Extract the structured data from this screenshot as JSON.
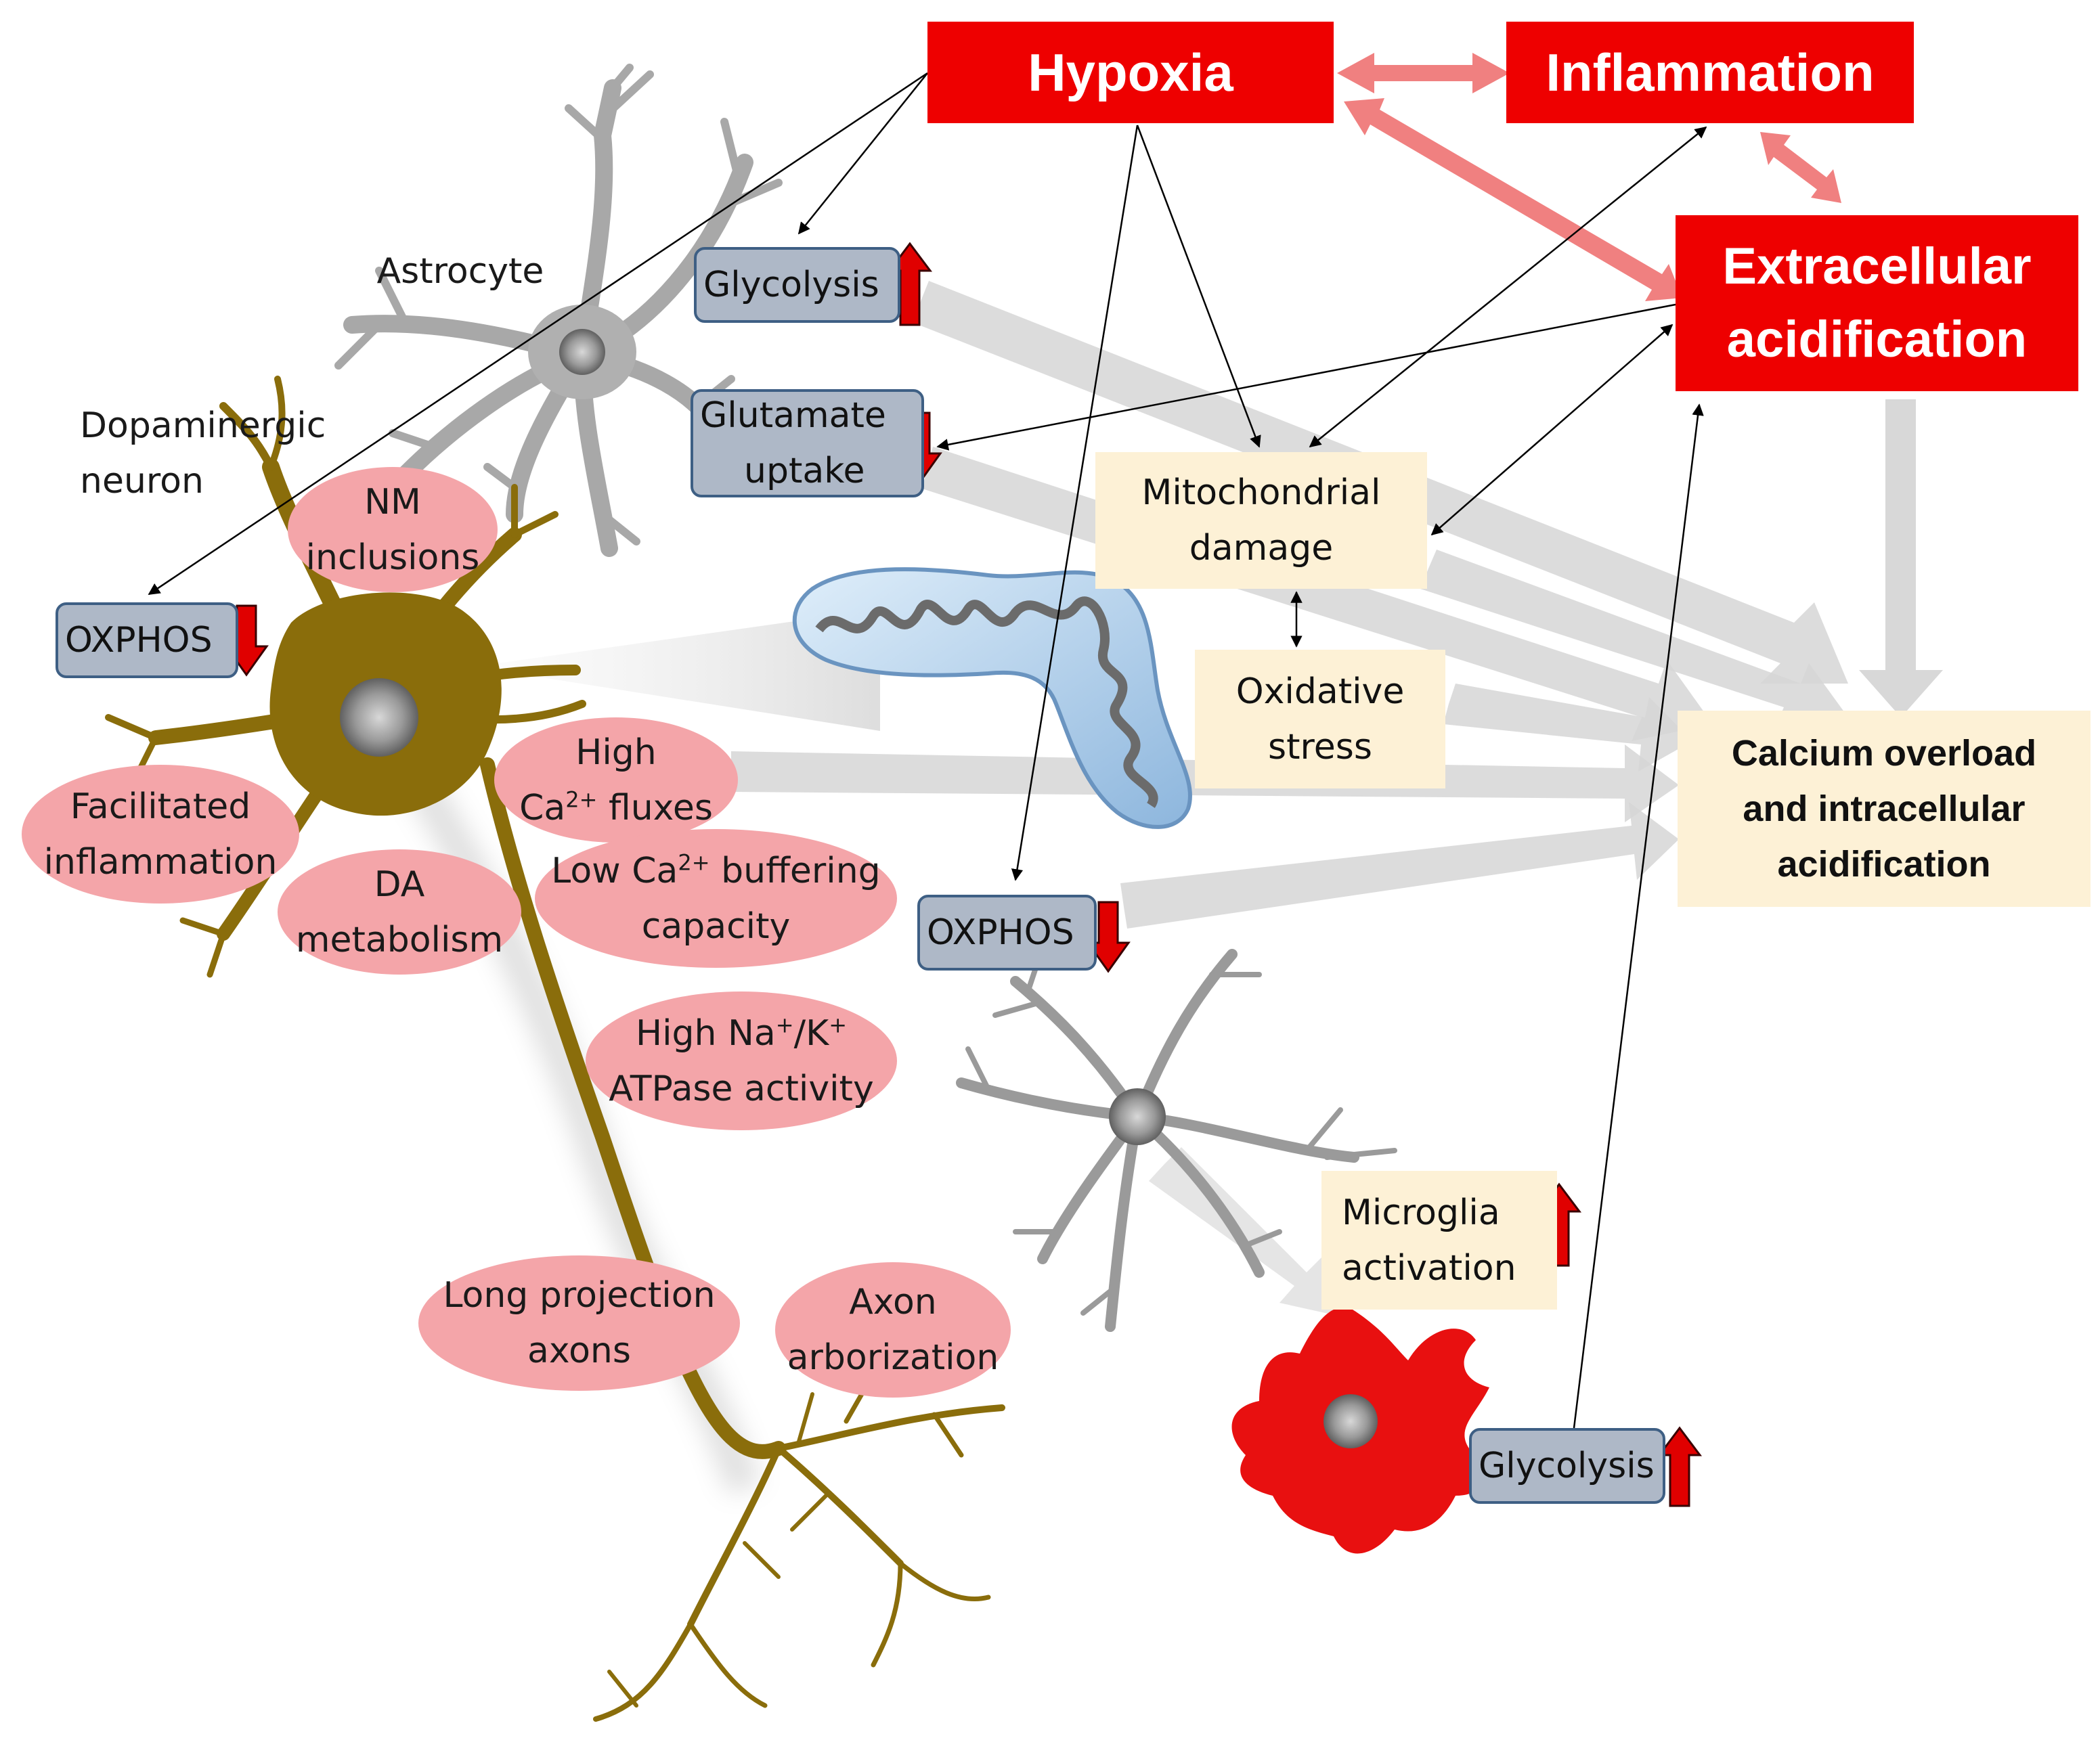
{
  "nodes": {
    "hypoxia": "Hypoxia",
    "inflammation": "Inflammation",
    "extracellular_acidification": [
      "Extracellular",
      "acidification"
    ],
    "astrocyte_label": "Astrocyte",
    "dopaminergic_neuron_label": [
      "Dopaminergic",
      "neuron"
    ],
    "glycolysis_astrocyte": "Glycolysis",
    "glutamate_uptake": [
      "Glutamate",
      "uptake"
    ],
    "oxphos_neuron": "OXPHOS",
    "oxphos_microglia": "OXPHOS",
    "glycolysis_microglia": "Glycolysis",
    "mitochondrial_damage": [
      "Mitochondrial",
      "damage"
    ],
    "oxidative_stress": [
      "Oxidative",
      "stress"
    ],
    "calcium_overload": [
      "Calcium overload",
      "and intracellular",
      "acidification"
    ],
    "microglia_activation": [
      "Microglia",
      "activation"
    ]
  },
  "neuron_features": {
    "nm_inclusions": [
      "NM",
      "inclusions"
    ],
    "high_ca_fluxes": {
      "line1": "High",
      "pre": "Ca",
      "sup": "2+",
      "post": " fluxes"
    },
    "facilitated_inflammation": [
      "Facilitated",
      "inflammation"
    ],
    "da_metabolism": [
      "DA",
      "metabolism"
    ],
    "low_ca_buffering": {
      "pre": "Low Ca",
      "sup": "2+",
      "post": " buffering",
      "line2": "capacity"
    },
    "high_na_k_atpase": {
      "p1": "High Na",
      "s1": "+",
      "p2": "/K",
      "s2": "+",
      "line2": "ATPase activity"
    },
    "long_projection_axons": [
      "Long projection",
      "axons"
    ],
    "axon_arborization": [
      "Axon",
      "arborization"
    ]
  },
  "colors": {
    "red_box": "#ee0000",
    "pink_arrow": "#f08080",
    "blue_box_fill": "#aeb8c7",
    "blue_box_border": "#3e5f84",
    "yellow_box": "#fdf1d6",
    "pink_ellipse": "#f4a5a9",
    "neuron": "#8a6d0b",
    "astrocyte": "#a8a8a8",
    "microglia_resting": "#9a9a9a",
    "microglia_active": "#e81010",
    "grey_arrow": "#d4d4d4",
    "red_arrow": "#e00000"
  },
  "indicators": {
    "glycolysis_astrocyte": "up",
    "glutamate_uptake": "down",
    "oxphos_neuron": "down",
    "oxphos_microglia": "down",
    "microglia_activation": "up",
    "glycolysis_microglia": "up"
  }
}
